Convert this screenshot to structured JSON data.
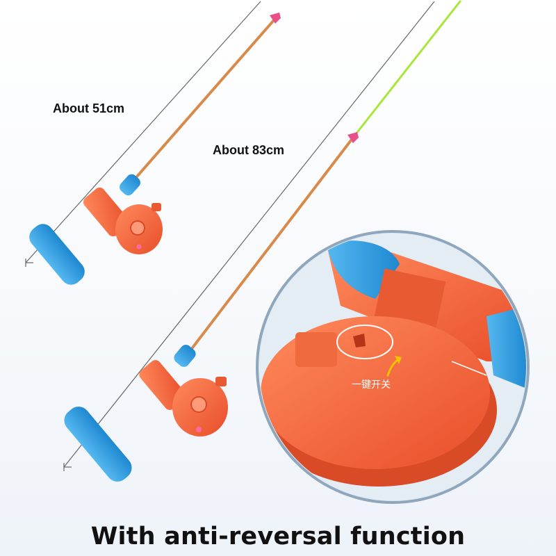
{
  "labels": {
    "short_rod_length": "About 51cm",
    "long_rod_length": "About 83cm",
    "switch_note": "一键开关"
  },
  "caption": "With anti-reversal function",
  "colors": {
    "handle": "#2f9fe0",
    "reel": "#f0603a",
    "rod": "#d98a4a",
    "tip_line": "#a8e63a",
    "zoom_frame": "#8fa7bd"
  },
  "icons": [
    "measure-line-icon",
    "arrow-icon"
  ]
}
